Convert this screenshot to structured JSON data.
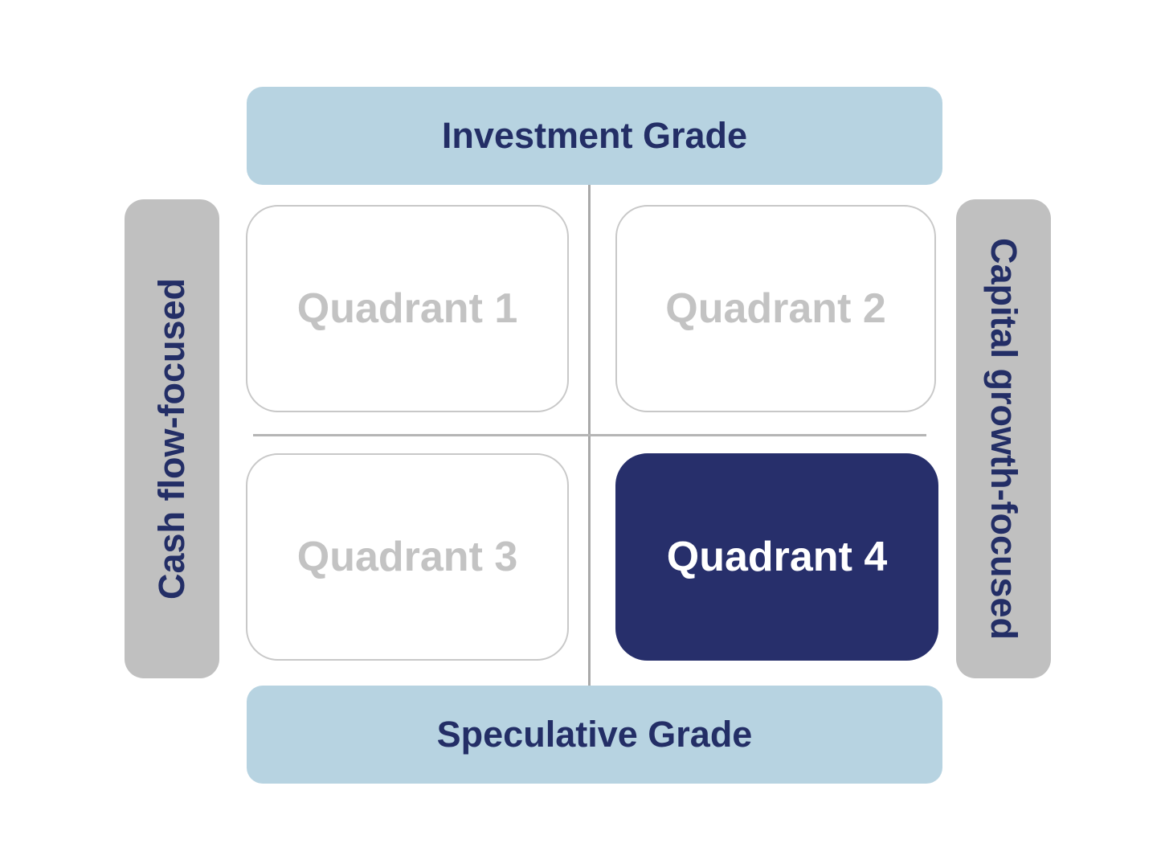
{
  "diagram": {
    "type": "2x2-quadrant-matrix",
    "top_axis": {
      "label": "Investment Grade"
    },
    "bottom_axis": {
      "label": "Speculative Grade"
    },
    "left_axis": {
      "label": "Cash flow-focused"
    },
    "right_axis": {
      "label": "Capital growth-focused"
    },
    "quadrants": [
      {
        "id": "quadrant-1",
        "label": "Quadrant 1",
        "highlighted": false
      },
      {
        "id": "quadrant-2",
        "label": "Quadrant 2",
        "highlighted": false
      },
      {
        "id": "quadrant-3",
        "label": "Quadrant 3",
        "highlighted": false
      },
      {
        "id": "quadrant-4",
        "label": "Quadrant 4",
        "highlighted": true
      }
    ],
    "colors": {
      "axis_banner_blue": "#b7d3e1",
      "axis_banner_gray": "#c0c0c0",
      "navy": "#272f6b",
      "label_navy": "#232e66",
      "quadrant_border": "#c8c8c8",
      "quadrant_label_gray": "#c3c3c3",
      "divider_gray": "#a9a9a9",
      "highlight_text": "#ffffff"
    }
  }
}
